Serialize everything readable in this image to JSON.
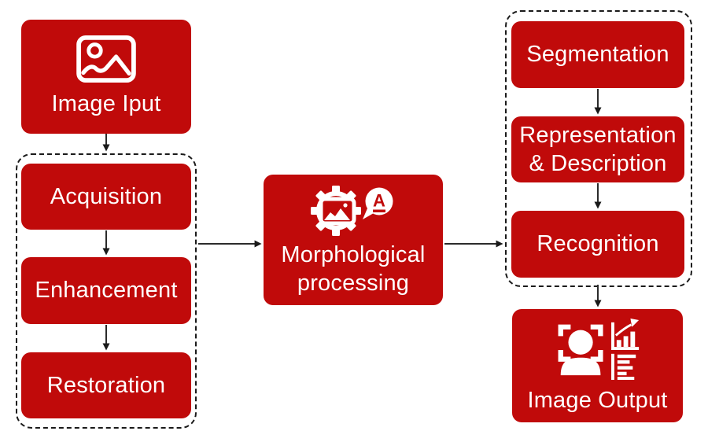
{
  "diagram": {
    "colors": {
      "box_red": "#C00A0A",
      "text_white": "#FFFFFF",
      "line_black": "#1A1A1A"
    },
    "nodes": {
      "image_input": {
        "label": "Image Iput"
      },
      "acquisition": {
        "label": "Acquisition"
      },
      "enhancement": {
        "label": "Enhancement"
      },
      "restoration": {
        "label": "Restoration"
      },
      "morphological": {
        "lines": [
          "Morphological",
          "processing"
        ]
      },
      "segmentation": {
        "label": "Segmentation"
      },
      "representation": {
        "lines": [
          "Representation",
          "& Description"
        ]
      },
      "recognition": {
        "label": "Recognition"
      },
      "image_output": {
        "label": "Image Output"
      }
    },
    "icons": {
      "image_input": "picture-icon",
      "morphological": [
        "gear-image-icon",
        "letter-a-speech-bubble-icon"
      ],
      "image_output": [
        "face-scan-icon",
        "bar-chart-arrow-icon",
        "report-list-icon"
      ]
    }
  }
}
